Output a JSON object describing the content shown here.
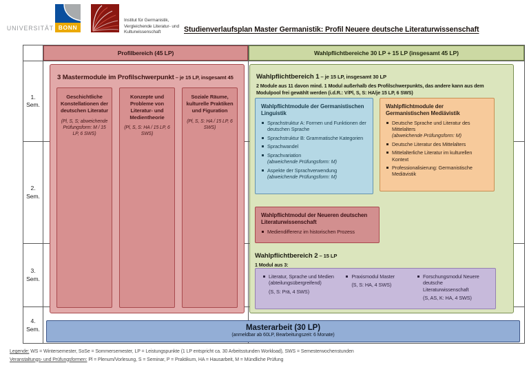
{
  "header": {
    "university_name": "UNIVERSITÄT",
    "university_bonn": "BONN",
    "institute_line1": "Institut für Germanistik,",
    "institute_line2": "Vergleichende Literatur- und",
    "institute_line3": "Kulturwissenschaft",
    "title": "Studienverlaufsplan Master Germanistik: Profil Neuere deutsche Literaturwissenschaft"
  },
  "colors": {
    "bonn_gold": "#eba905",
    "bonn_blue": "#0a4f9e",
    "institute_red": "#8a1711",
    "profil_pink": "#d79090",
    "profil_pink_light": "#e2a9a9",
    "wahlpflicht_green": "#dbe5bd",
    "linguistik_blue": "#b5d8e5",
    "mediaevistik_orange": "#f7ca9b",
    "ndl_rose": "#d28f8f",
    "bereich2_purple": "#c7badb",
    "masterarbeit_blue": "#93aed6"
  },
  "table": {
    "profil_header": "Profilbereich (45 LP)",
    "wahlpflicht_header": "Wahlpflichtbereiche 30 LP + 15 LP (insgesamt 45 LP)",
    "semesters": [
      "1. Sem.",
      "2. Sem.",
      "3. Sem.",
      "4. Sem."
    ]
  },
  "profilbereich": {
    "heading_main": "3 Mastermodule im Profilschwerpunkt",
    "heading_suffix": " – je 15 LP, insgesamt 45 LP",
    "modules": [
      {
        "title": "Geschichtliche Konstellationen der deutschen Literatur",
        "details": "(Pl, S, S; abweichende Prüfungsform: M / 15 LP, 6 SWS)"
      },
      {
        "title": "Konzepte und Probleme von Literatur- und Medientheorie",
        "details": "(Pl, S, S: HA / 15 LP, 6 SWS)"
      },
      {
        "title": "Soziale Räume, kulturelle Praktiken und Figuration",
        "details": "(Pl, S, S: HA / 15 LP, 6 SWS)"
      }
    ]
  },
  "wahlpflicht": {
    "bereich1": {
      "title": "Wahlpflichtbereich 1",
      "title_suffix": " – je 15 LP, insgesamt 30 LP",
      "subtitle": "2 Module aus 11 davon mind. 1 Modul außerhalb des Profilschwerpunkts, das andere kann aus dem Modulpool frei gewählt werden (i.d.R.: V/Pl, S, S: HA/je 15 LP, 6 SWS)"
    },
    "linguistik": {
      "title": "Wahlpflichtmodule der Germanistischen Linguistik",
      "items": [
        {
          "text": "Sprachstruktur A: Formen und Funktionen der deutschen Sprache",
          "note": ""
        },
        {
          "text": "Sprachstruktur B: Grammatische Kategorien",
          "note": ""
        },
        {
          "text": "Sprachwandel",
          "note": ""
        },
        {
          "text": "Sprachvariation",
          "note": "(abweichende Prüfungsform: M)"
        },
        {
          "text": "Aspekte der Sprachverwendung",
          "note": "(abweichende Prüfungsform: M)"
        }
      ]
    },
    "mediaevistik": {
      "title": "Wahlpflichtmodule der Germanistischen Mediävistik",
      "items": [
        {
          "text": "Deutsche Sprache und Literatur des Mittelalters",
          "note": "(abweichende Prüfungsform: M)"
        },
        {
          "text": "Deutsche Literatur des Mittelalters",
          "note": ""
        },
        {
          "text": "Mittelalterliche Literatur im kulturellen Kontext",
          "note": ""
        },
        {
          "text": "Professionalisierung: Germanistische Mediävistik",
          "note": ""
        }
      ]
    },
    "ndl": {
      "title": "Wahlpflichtmodul der Neueren deutschen Literaturwissenschaft",
      "items": [
        {
          "text": "Mediendifferenz im historischen Prozess",
          "note": ""
        }
      ]
    },
    "bereich2": {
      "title": "Wahlpflichtbereich 2",
      "title_suffix": " – 15 LP",
      "subtitle": "1 Modul aus 3:",
      "modules": [
        {
          "title": "Literatur, Sprache und Medien (abteilungsübergreifend)",
          "details": "(S, S: Prä, 4 SWS)"
        },
        {
          "title": "Praxismodul Master",
          "details": "(S, S: HA, 4 SWS)"
        },
        {
          "title": "Forschungsmodul Neuere deutsche Literaturwissenschaft",
          "details": "(S, AS, K: HA, 4 SWS)"
        }
      ]
    }
  },
  "masterarbeit": {
    "title": "Masterarbeit (30 LP)",
    "subtitle": "(anmeldbar ab 60LP, Bearbeitungszeit: 6 Monate)"
  },
  "legend": {
    "line1_label": "Legende:",
    "line1_text": " WS = Wintersemester, SoSe = Sommersemester, LP = Leistungspunkte (1 LP entspricht ca. 30 Arbeitsstunden Workload), SWS = Semesterwochenstunden",
    "line2_label": "Veranstaltungs- und Prüfungsformen:",
    "line2_text": " Pl = Plenum/Vorlesung, S = Seminar, P = Praktikum, HA = Hausarbeit, M = Mündliche Prüfung"
  }
}
